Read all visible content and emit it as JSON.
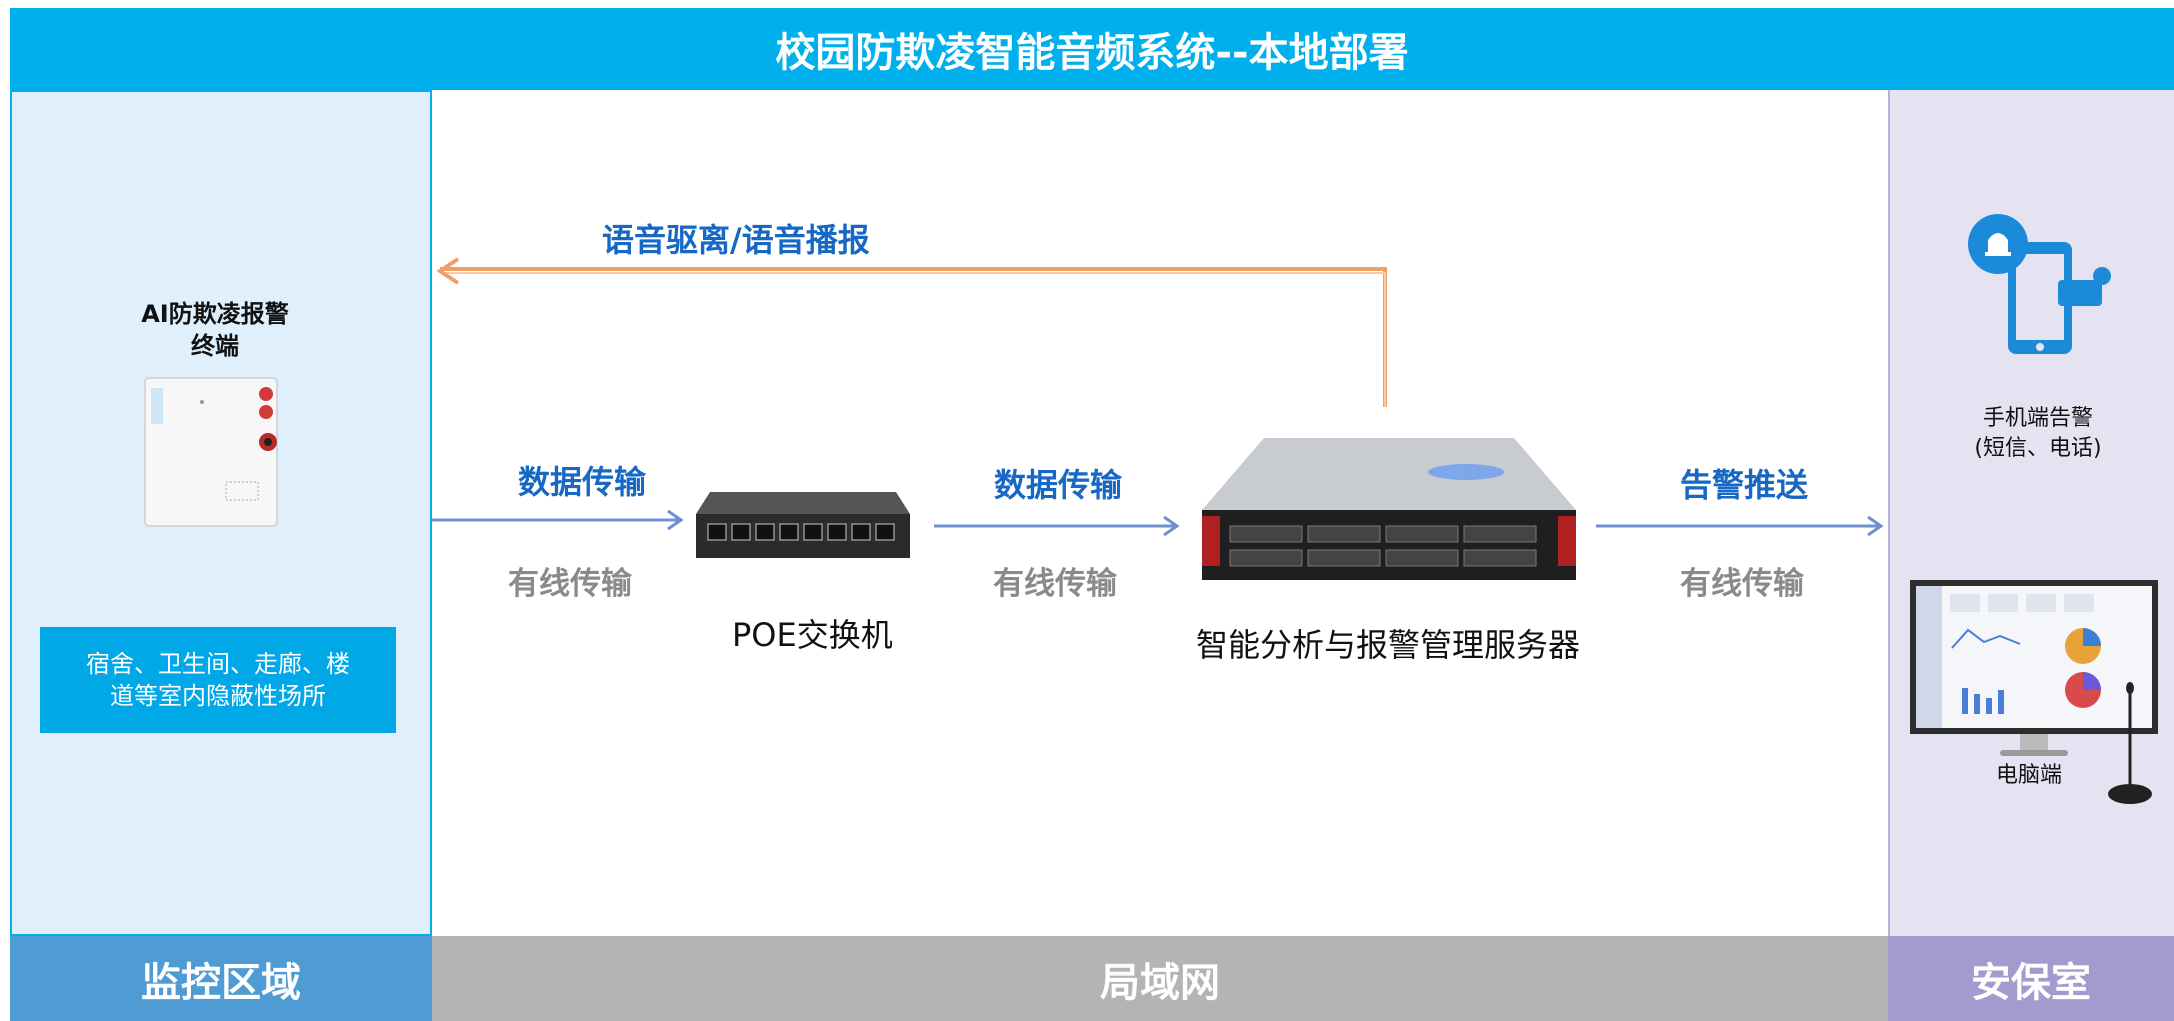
{
  "title": "校园防欺凌智能音频系统--本地部署",
  "zones": {
    "left": "监控区域",
    "middle": "局域网",
    "right": "安保室"
  },
  "terminal": {
    "title_line1": "AI防欺凌报警",
    "title_line2": "终端",
    "location_line1": "宿舍、卫生间、走廊、楼",
    "location_line2": "道等室内隐蔽性场所"
  },
  "voice_feedback": "语音驱离/语音播报",
  "links": [
    {
      "top": "数据传输",
      "bottom": "有线传输"
    },
    {
      "top": "数据传输",
      "bottom": "有线传输"
    },
    {
      "top": "告警推送",
      "bottom": "有线传输"
    }
  ],
  "devices": {
    "switch": "POE交换机",
    "server": "智能分析与报警管理服务器"
  },
  "receivers": {
    "mobile_line1": "手机端告警",
    "mobile_line2": "(短信、电话)",
    "pc": "电脑端"
  },
  "colors": {
    "header": "#00b0ec",
    "left_zone": "#4f9bd4",
    "middle_zone": "#b4b4b4",
    "right_zone": "#a59acd",
    "feedback_arrow": "#f0a064",
    "data_arrow": "#6f8fcf"
  }
}
